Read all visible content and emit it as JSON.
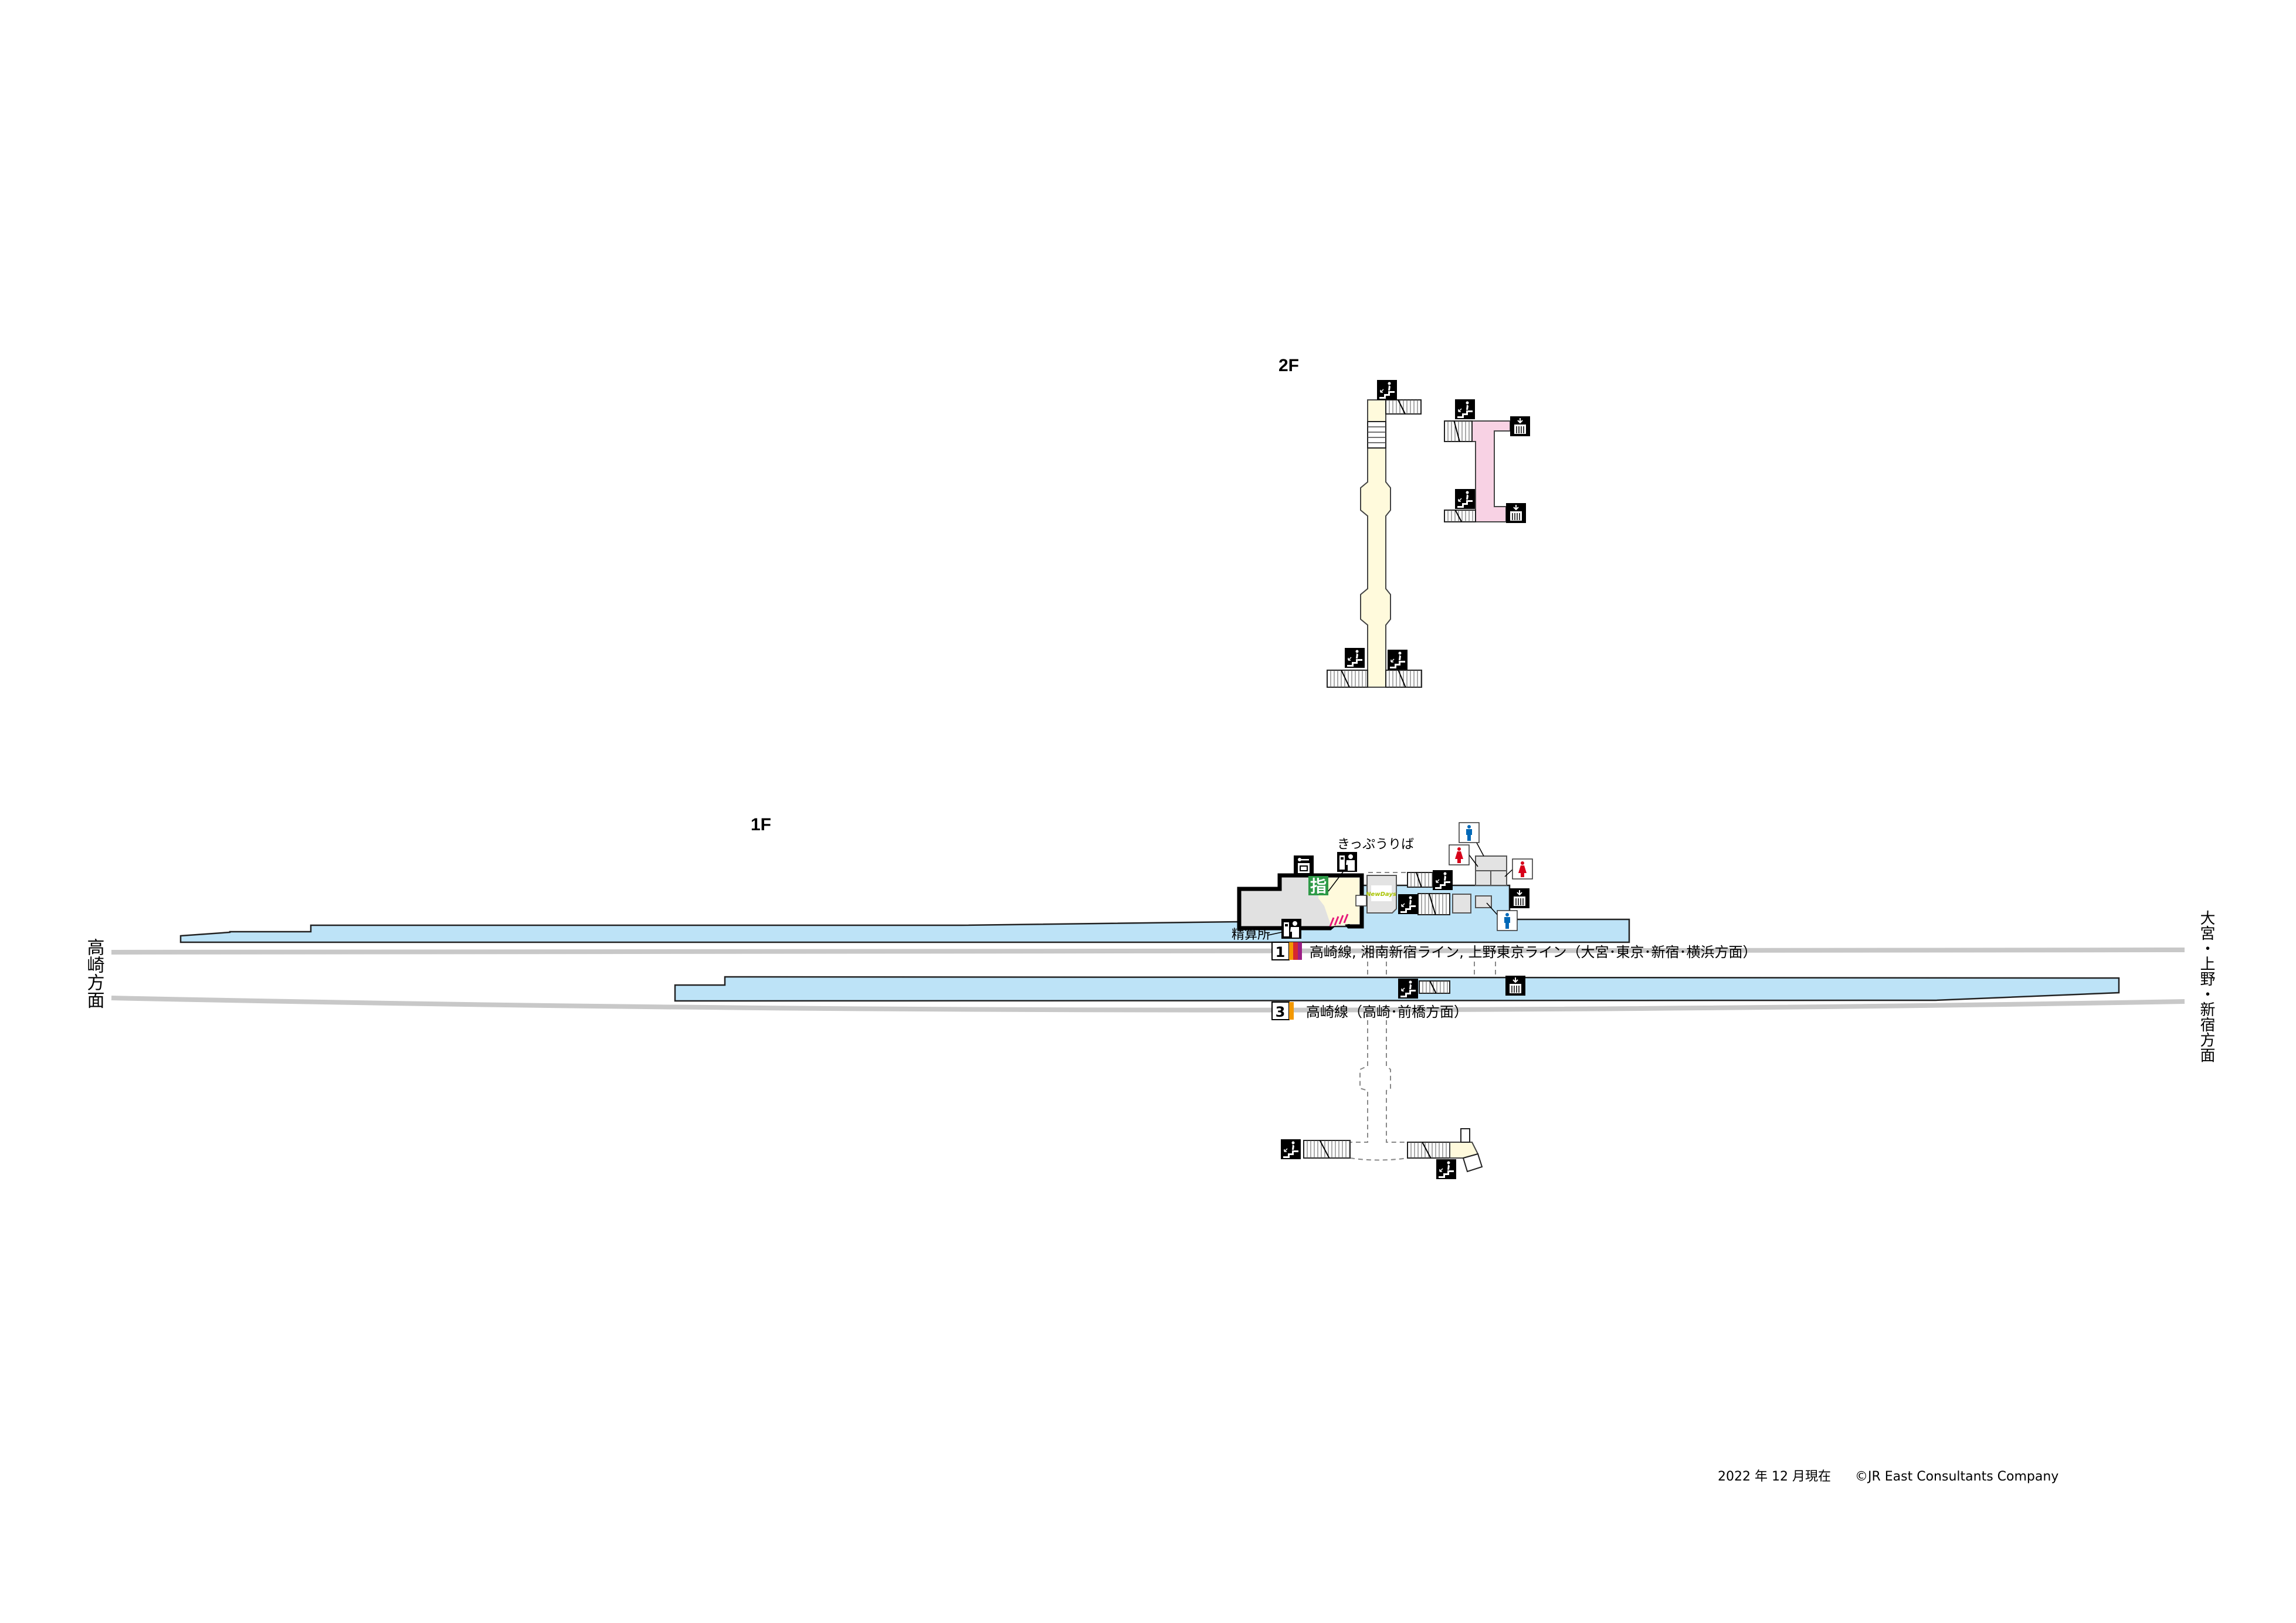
{
  "floors": {
    "upper": "2F",
    "lower": "1F"
  },
  "directions": {
    "west": "高崎方面",
    "east": "大宮・上野・新宿方面"
  },
  "labels": {
    "ticket_office": "きっぷうりば",
    "fare_adjustment": "精算所",
    "reserved_seat_mark": "指",
    "shop_logo": "NewDays"
  },
  "platforms": [
    {
      "number": "1",
      "description": "高崎線, 湘南新宿ライン, 上野東京ライン（大宮･東京･新宿･横浜方面）",
      "line_colors": [
        "#f39800",
        "#d7282f",
        "#9b1f86"
      ]
    },
    {
      "number": "3",
      "description": "高崎線（高崎･前橋方面）",
      "line_colors": [
        "#f39800"
      ]
    }
  ],
  "icons": [
    "stairs-icon",
    "elevator-icon",
    "coin-locker-icon",
    "ticket-machine-icon",
    "toilet-male-icon",
    "toilet-female-icon"
  ],
  "colors": {
    "platform": "#bde3f7",
    "concourse_2f": "#fffadc",
    "free_passage": "#f8d2e4",
    "reserved": "#2e9a47",
    "male": "#0068b7",
    "female": "#d7001a"
  },
  "footer": {
    "date": "2022 年 12 月現在",
    "copyright": "©JR East Consultants Company"
  }
}
